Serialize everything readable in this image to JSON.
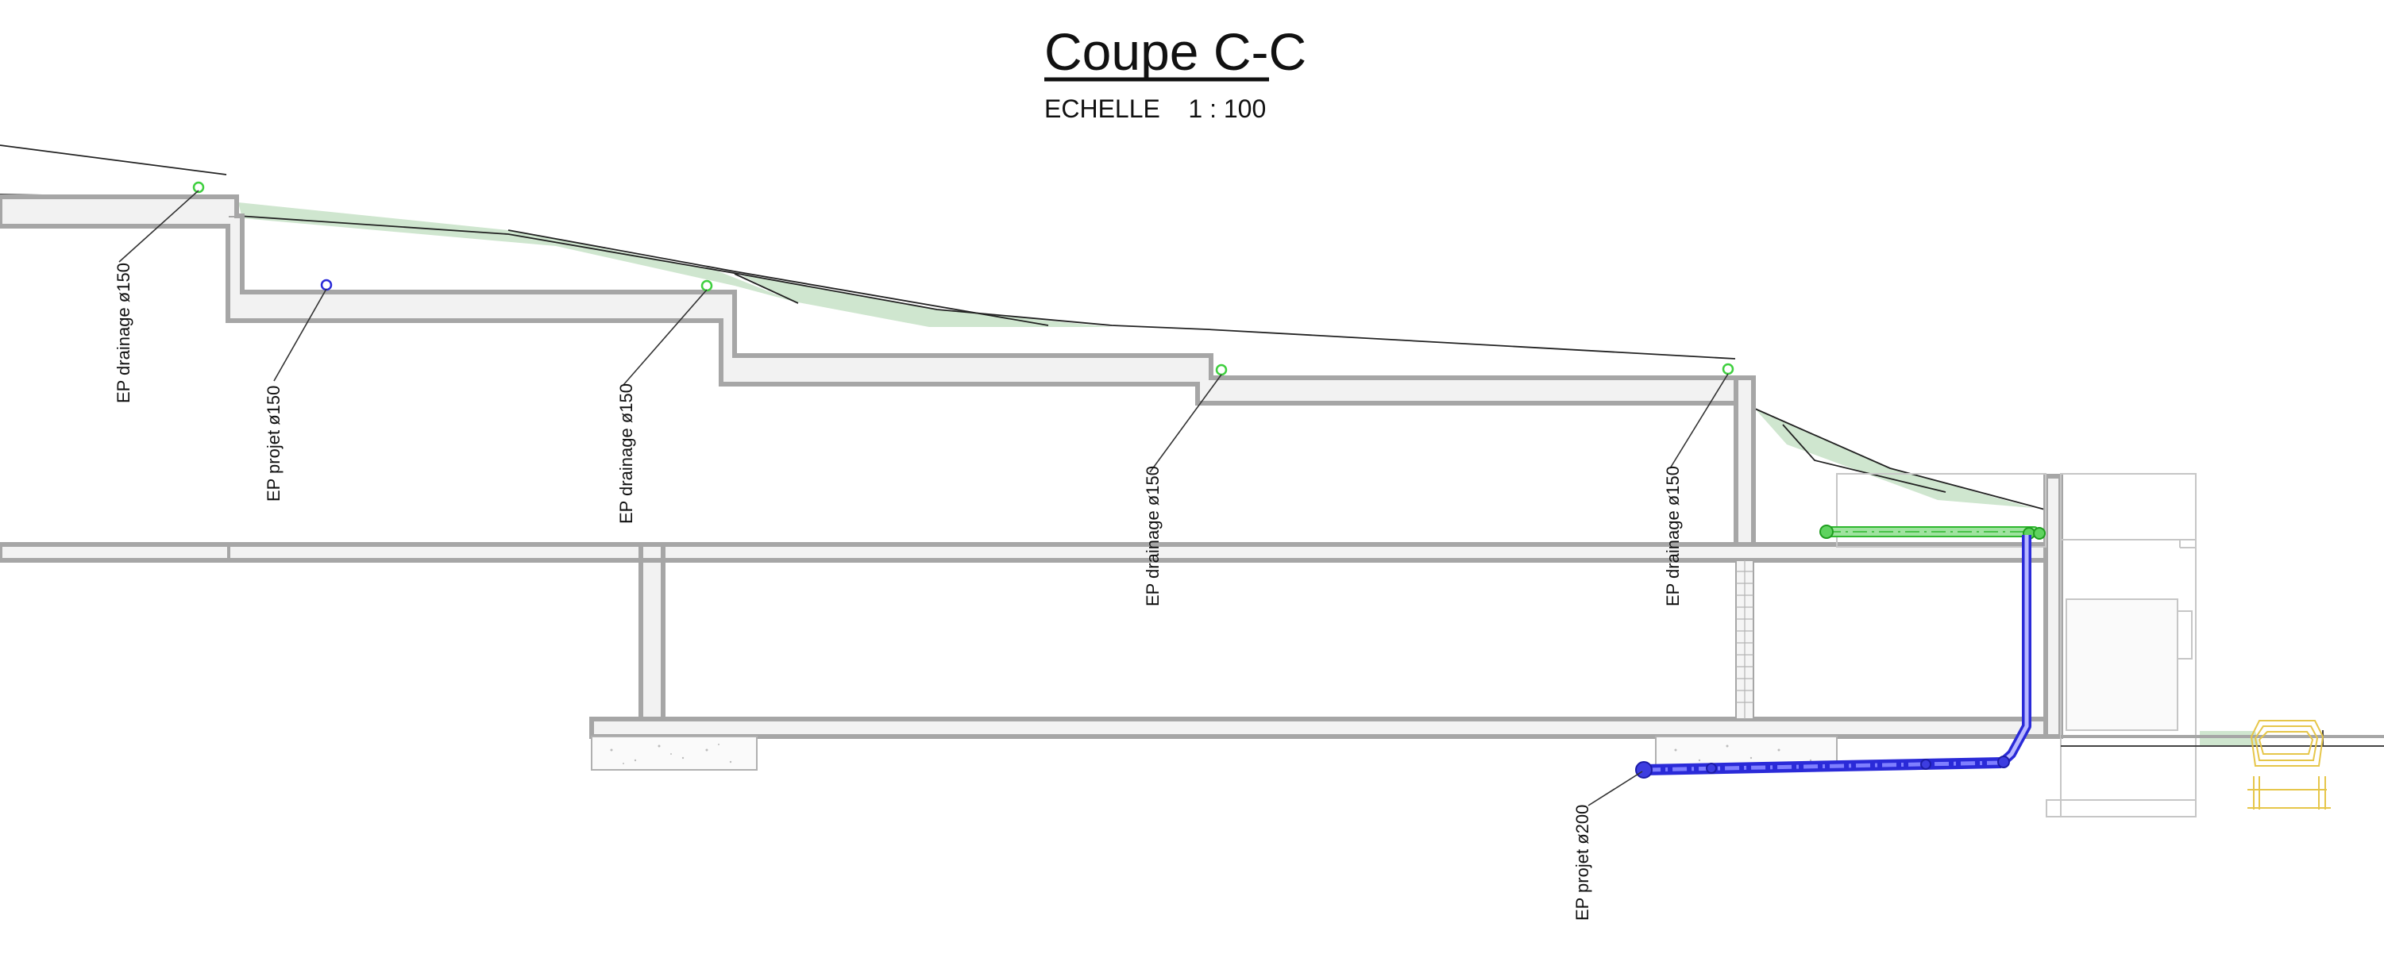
{
  "title": "Coupe C-C",
  "scale": "ECHELLE    1 : 100",
  "labels": [
    "EP drainage ø150",
    "EP projet ø150",
    "EP drainage ø150",
    "EP drainage ø150",
    "EP drainage ø150",
    "EP projet ø200"
  ],
  "colors": {
    "wall_stroke": "#a6a6a6",
    "wall_fill": "#f2f2f2",
    "terrain": "#cfe6cf",
    "drainage": "#3ecf3e",
    "projet": "#2a2ad8",
    "gully": "#e6c64a"
  }
}
